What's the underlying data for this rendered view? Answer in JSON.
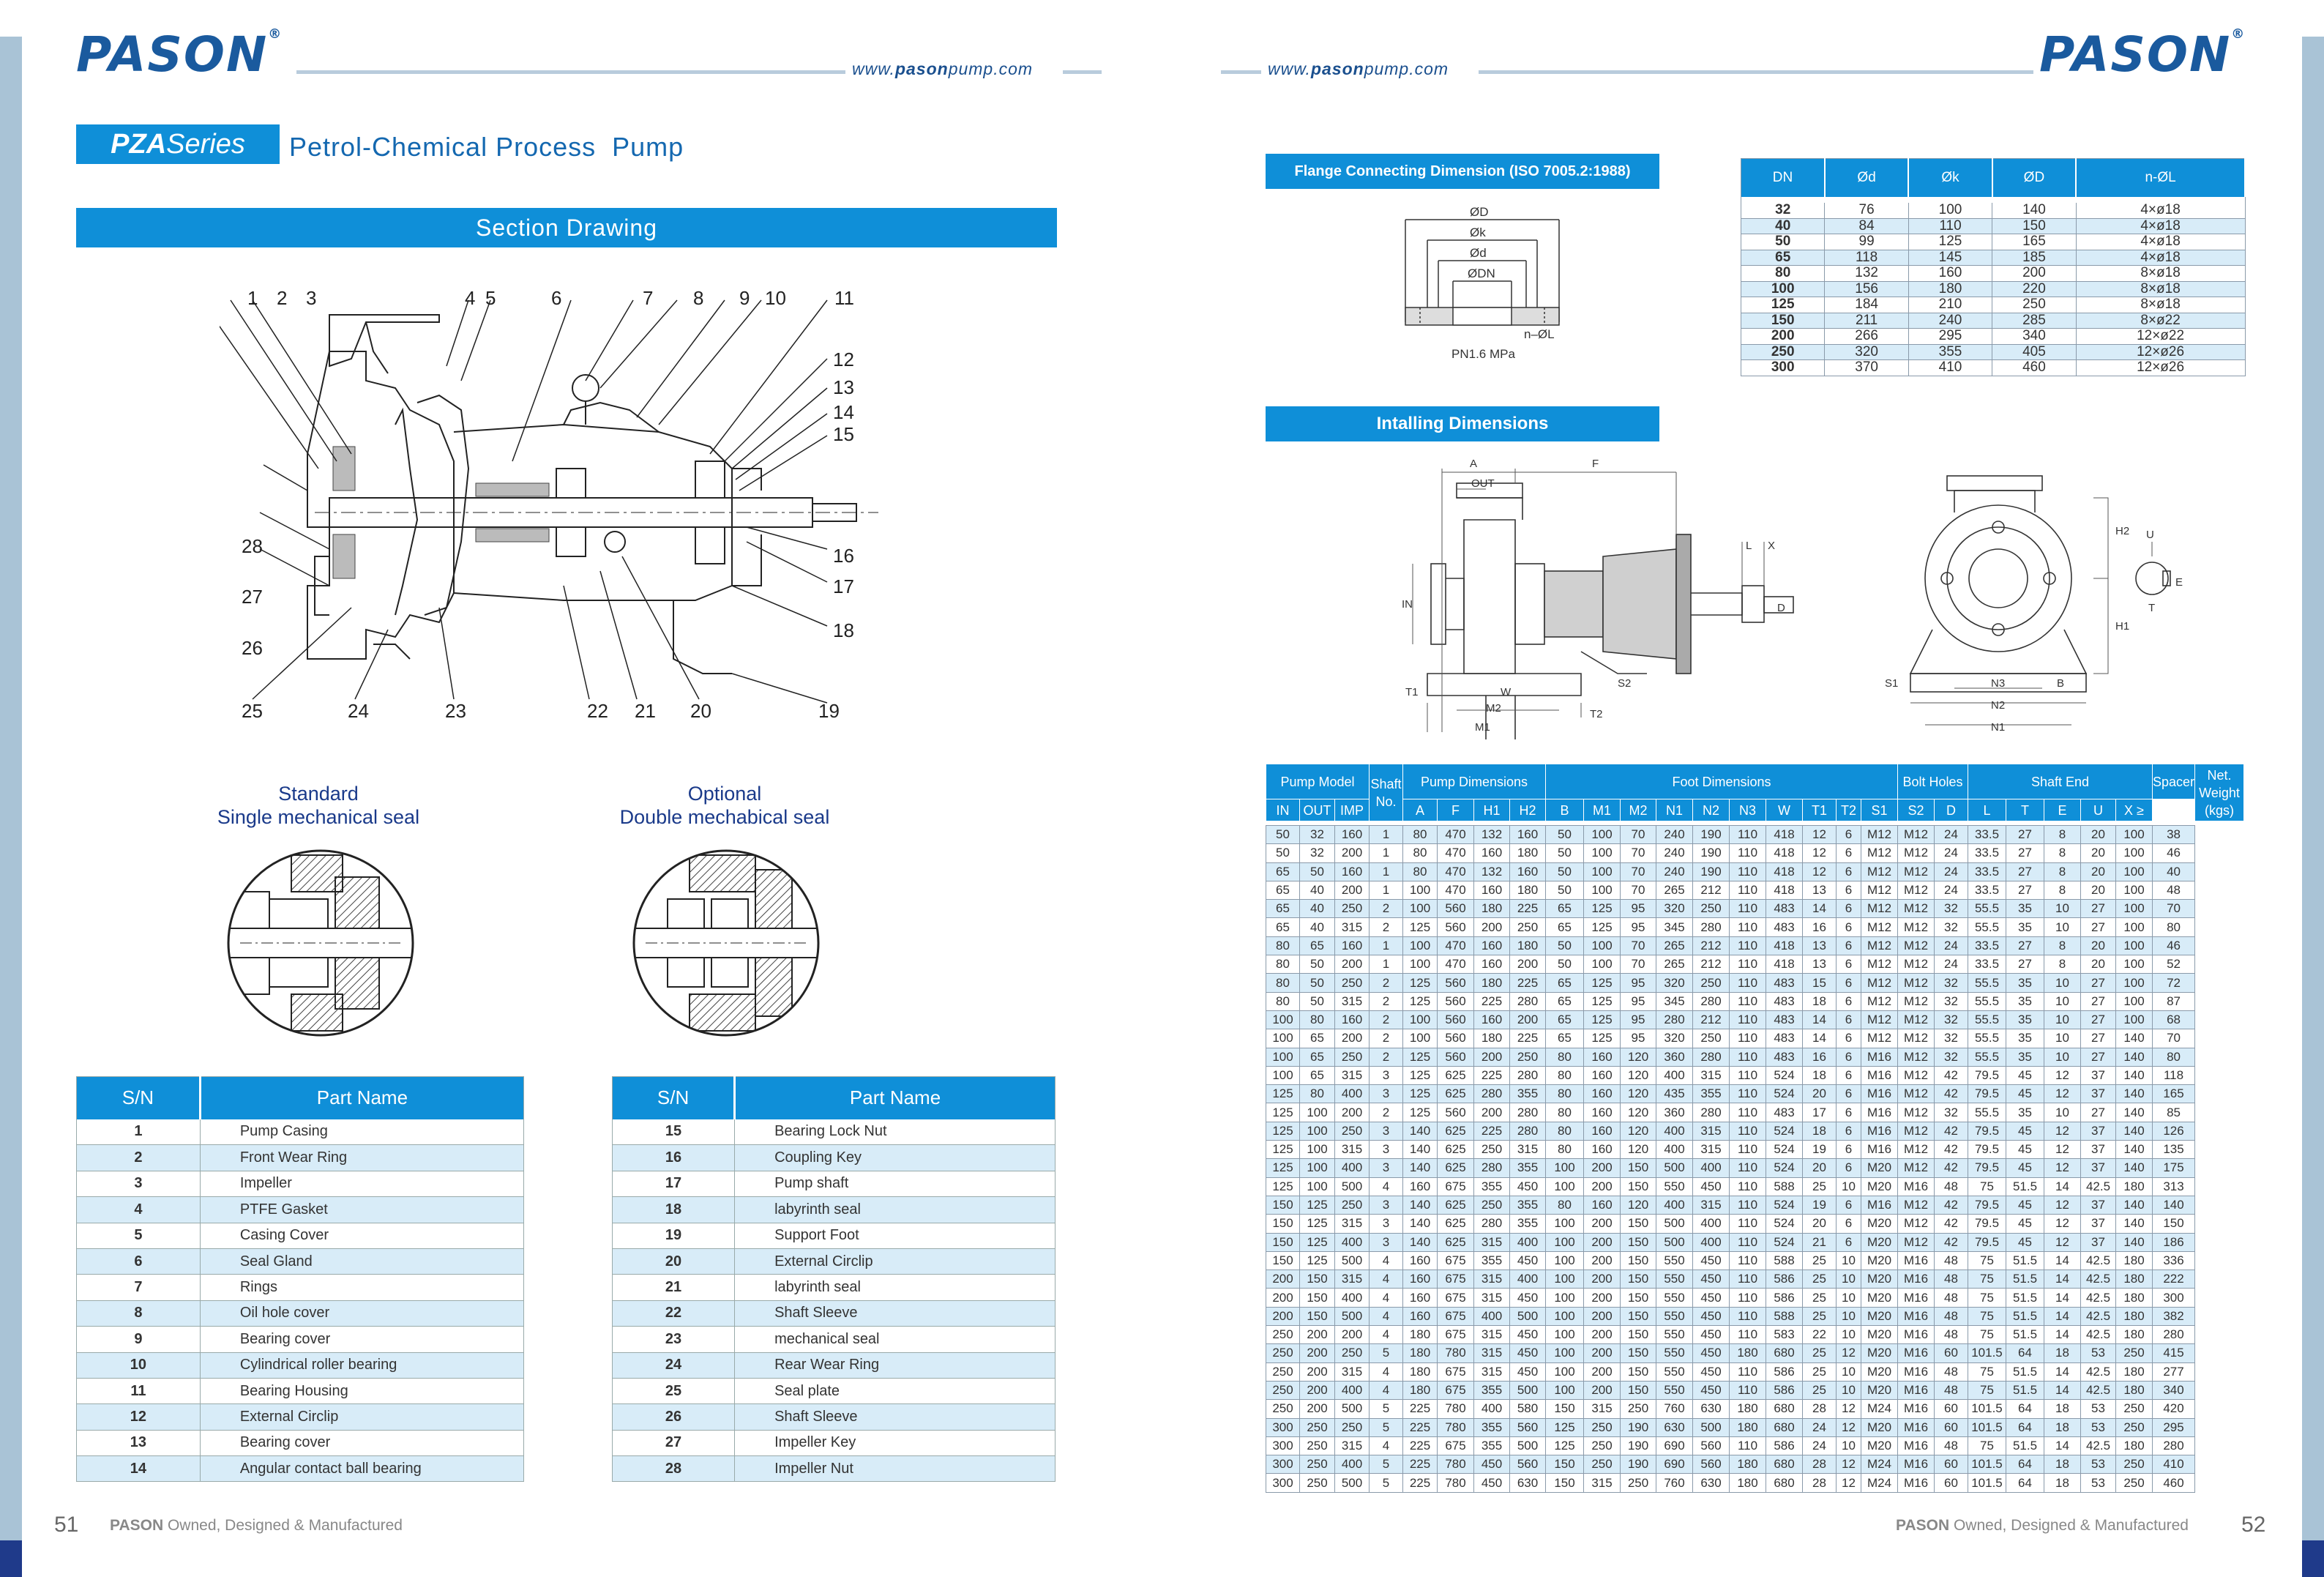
{
  "header": {
    "logo": "PASON",
    "reg": "®",
    "url_pre": "www.",
    "url_bold": "pason",
    "url_post": "pump.com"
  },
  "series": {
    "tag": "PZA",
    "tag2": " Series",
    "title": "Petrol-Chemical Process  Pump"
  },
  "section_drawing": {
    "title": "Section Drawing",
    "numbers_top": [
      "1",
      "2",
      "3",
      "4",
      "5",
      "6",
      "7",
      "8",
      "9",
      "10",
      "11"
    ],
    "numbers_right": [
      "12",
      "13",
      "14",
      "15",
      "16",
      "17",
      "18",
      "19"
    ],
    "numbers_bottom": [
      "25",
      "24",
      "23",
      "22",
      "21",
      "20"
    ],
    "numbers_left": [
      "28",
      "27",
      "26"
    ]
  },
  "seals": {
    "std_l1": "Standard",
    "std_l2": "Single mechanical seal",
    "opt_l1": "Optional",
    "opt_l2": "Double mechabical seal"
  },
  "parts": {
    "h_sn": "S/N",
    "h_name": "Part Name",
    "left": [
      [
        "1",
        "Pump Casing"
      ],
      [
        "2",
        "Front Wear Ring"
      ],
      [
        "3",
        "Impeller"
      ],
      [
        "4",
        "PTFE Gasket"
      ],
      [
        "5",
        "Casing Cover"
      ],
      [
        "6",
        "Seal Gland"
      ],
      [
        "7",
        "Rings"
      ],
      [
        "8",
        "Oil hole cover"
      ],
      [
        "9",
        "Bearing cover"
      ],
      [
        "10",
        "Cylindrical roller bearing"
      ],
      [
        "11",
        "Bearing Housing"
      ],
      [
        "12",
        "External Circlip"
      ],
      [
        "13",
        "Bearing cover"
      ],
      [
        "14",
        "Angular contact ball bearing"
      ]
    ],
    "right": [
      [
        "15",
        "Bearing Lock Nut"
      ],
      [
        "16",
        "Coupling Key"
      ],
      [
        "17",
        "Pump shaft"
      ],
      [
        "18",
        "labyrinth seal"
      ],
      [
        "19",
        "Support Foot"
      ],
      [
        "20",
        "External Circlip"
      ],
      [
        "21",
        "labyrinth seal"
      ],
      [
        "22",
        "Shaft Sleeve"
      ],
      [
        "23",
        "mechanical seal"
      ],
      [
        "24",
        "Rear Wear Ring"
      ],
      [
        "25",
        "Seal plate"
      ],
      [
        "26",
        "Shaft Sleeve"
      ],
      [
        "27",
        "Impeller Key"
      ],
      [
        "28",
        "Impeller Nut"
      ]
    ]
  },
  "flange": {
    "title": "Flange Connecting Dimension (ISO 7005.2:1988)",
    "pn": "PN1.6 MPa",
    "labels": [
      "ØD",
      "Øk",
      "Ød",
      "ØDN",
      "n–ØL"
    ],
    "headers": [
      "DN",
      "Ød",
      "Øk",
      "ØD",
      "n-ØL"
    ],
    "rows": [
      [
        "32",
        "76",
        "100",
        "140",
        "4×ø18"
      ],
      [
        "40",
        "84",
        "110",
        "150",
        "4×ø18"
      ],
      [
        "50",
        "99",
        "125",
        "165",
        "4×ø18"
      ],
      [
        "65",
        "118",
        "145",
        "185",
        "4×ø18"
      ],
      [
        "80",
        "132",
        "160",
        "200",
        "8×ø18"
      ],
      [
        "100",
        "156",
        "180",
        "220",
        "8×ø18"
      ],
      [
        "125",
        "184",
        "210",
        "250",
        "8×ø18"
      ],
      [
        "150",
        "211",
        "240",
        "285",
        "8×ø22"
      ],
      [
        "200",
        "266",
        "295",
        "340",
        "12×ø22"
      ],
      [
        "250",
        "320",
        "355",
        "405",
        "12×ø26"
      ],
      [
        "300",
        "370",
        "410",
        "460",
        "12×ø26"
      ]
    ]
  },
  "install": {
    "title": "Intalling Dimensions",
    "dim_labels": [
      "A",
      "F",
      "OUT",
      "IN",
      "H2",
      "H1",
      "L",
      "X",
      "D",
      "T1",
      "T2",
      "S2",
      "W",
      "M2",
      "M1",
      "S1",
      "N3",
      "N2",
      "N1",
      "B",
      "U",
      "T",
      "E"
    ]
  },
  "main_table": {
    "groups": [
      "Pump Model",
      "Shaft No.",
      "Pump Dimensions",
      "Foot Dimensions",
      "Bolt Holes",
      "Shaft End",
      "Spacer",
      "Net. Weight (kgs)"
    ],
    "cols": [
      "IN",
      "OUT",
      "IMP",
      "A",
      "F",
      "H1",
      "H2",
      "B",
      "M1",
      "M2",
      "N1",
      "N2",
      "N3",
      "W",
      "T1",
      "T2",
      "S1",
      "S2",
      "D",
      "L",
      "T",
      "E",
      "U",
      "X ≥"
    ],
    "rows": [
      [
        "50",
        "32",
        "160",
        "1",
        "80",
        "470",
        "132",
        "160",
        "50",
        "100",
        "70",
        "240",
        "190",
        "110",
        "418",
        "12",
        "6",
        "M12",
        "M12",
        "24",
        "33.5",
        "27",
        "8",
        "20",
        "100",
        "38"
      ],
      [
        "50",
        "32",
        "200",
        "1",
        "80",
        "470",
        "160",
        "180",
        "50",
        "100",
        "70",
        "240",
        "190",
        "110",
        "418",
        "12",
        "6",
        "M12",
        "M12",
        "24",
        "33.5",
        "27",
        "8",
        "20",
        "100",
        "46"
      ],
      [
        "65",
        "50",
        "160",
        "1",
        "80",
        "470",
        "132",
        "160",
        "50",
        "100",
        "70",
        "240",
        "190",
        "110",
        "418",
        "12",
        "6",
        "M12",
        "M12",
        "24",
        "33.5",
        "27",
        "8",
        "20",
        "100",
        "40"
      ],
      [
        "65",
        "40",
        "200",
        "1",
        "100",
        "470",
        "160",
        "180",
        "50",
        "100",
        "70",
        "265",
        "212",
        "110",
        "418",
        "13",
        "6",
        "M12",
        "M12",
        "24",
        "33.5",
        "27",
        "8",
        "20",
        "100",
        "48"
      ],
      [
        "65",
        "40",
        "250",
        "2",
        "100",
        "560",
        "180",
        "225",
        "65",
        "125",
        "95",
        "320",
        "250",
        "110",
        "483",
        "14",
        "6",
        "M12",
        "M12",
        "32",
        "55.5",
        "35",
        "10",
        "27",
        "100",
        "70"
      ],
      [
        "65",
        "40",
        "315",
        "2",
        "125",
        "560",
        "200",
        "250",
        "65",
        "125",
        "95",
        "345",
        "280",
        "110",
        "483",
        "16",
        "6",
        "M12",
        "M12",
        "32",
        "55.5",
        "35",
        "10",
        "27",
        "100",
        "80"
      ],
      [
        "80",
        "65",
        "160",
        "1",
        "100",
        "470",
        "160",
        "180",
        "50",
        "100",
        "70",
        "265",
        "212",
        "110",
        "418",
        "13",
        "6",
        "M12",
        "M12",
        "24",
        "33.5",
        "27",
        "8",
        "20",
        "100",
        "46"
      ],
      [
        "80",
        "50",
        "200",
        "1",
        "100",
        "470",
        "160",
        "200",
        "50",
        "100",
        "70",
        "265",
        "212",
        "110",
        "418",
        "13",
        "6",
        "M12",
        "M12",
        "24",
        "33.5",
        "27",
        "8",
        "20",
        "100",
        "52"
      ],
      [
        "80",
        "50",
        "250",
        "2",
        "125",
        "560",
        "180",
        "225",
        "65",
        "125",
        "95",
        "320",
        "250",
        "110",
        "483",
        "15",
        "6",
        "M12",
        "M12",
        "32",
        "55.5",
        "35",
        "10",
        "27",
        "100",
        "72"
      ],
      [
        "80",
        "50",
        "315",
        "2",
        "125",
        "560",
        "225",
        "280",
        "65",
        "125",
        "95",
        "345",
        "280",
        "110",
        "483",
        "18",
        "6",
        "M12",
        "M12",
        "32",
        "55.5",
        "35",
        "10",
        "27",
        "100",
        "87"
      ],
      [
        "100",
        "80",
        "160",
        "2",
        "100",
        "560",
        "160",
        "200",
        "65",
        "125",
        "95",
        "280",
        "212",
        "110",
        "483",
        "14",
        "6",
        "M12",
        "M12",
        "32",
        "55.5",
        "35",
        "10",
        "27",
        "100",
        "68"
      ],
      [
        "100",
        "65",
        "200",
        "2",
        "100",
        "560",
        "180",
        "225",
        "65",
        "125",
        "95",
        "320",
        "250",
        "110",
        "483",
        "14",
        "6",
        "M12",
        "M12",
        "32",
        "55.5",
        "35",
        "10",
        "27",
        "140",
        "70"
      ],
      [
        "100",
        "65",
        "250",
        "2",
        "125",
        "560",
        "200",
        "250",
        "80",
        "160",
        "120",
        "360",
        "280",
        "110",
        "483",
        "16",
        "6",
        "M16",
        "M12",
        "32",
        "55.5",
        "35",
        "10",
        "27",
        "140",
        "80"
      ],
      [
        "100",
        "65",
        "315",
        "3",
        "125",
        "625",
        "225",
        "280",
        "80",
        "160",
        "120",
        "400",
        "315",
        "110",
        "524",
        "18",
        "6",
        "M16",
        "M12",
        "42",
        "79.5",
        "45",
        "12",
        "37",
        "140",
        "118"
      ],
      [
        "125",
        "80",
        "400",
        "3",
        "125",
        "625",
        "280",
        "355",
        "80",
        "160",
        "120",
        "435",
        "355",
        "110",
        "524",
        "20",
        "6",
        "M16",
        "M12",
        "42",
        "79.5",
        "45",
        "12",
        "37",
        "140",
        "165"
      ],
      [
        "125",
        "100",
        "200",
        "2",
        "125",
        "560",
        "200",
        "280",
        "80",
        "160",
        "120",
        "360",
        "280",
        "110",
        "483",
        "17",
        "6",
        "M16",
        "M12",
        "32",
        "55.5",
        "35",
        "10",
        "27",
        "140",
        "85"
      ],
      [
        "125",
        "100",
        "250",
        "3",
        "140",
        "625",
        "225",
        "280",
        "80",
        "160",
        "120",
        "400",
        "315",
        "110",
        "524",
        "18",
        "6",
        "M16",
        "M12",
        "42",
        "79.5",
        "45",
        "12",
        "37",
        "140",
        "126"
      ],
      [
        "125",
        "100",
        "315",
        "3",
        "140",
        "625",
        "250",
        "315",
        "80",
        "160",
        "120",
        "400",
        "315",
        "110",
        "524",
        "19",
        "6",
        "M16",
        "M12",
        "42",
        "79.5",
        "45",
        "12",
        "37",
        "140",
        "135"
      ],
      [
        "125",
        "100",
        "400",
        "3",
        "140",
        "625",
        "280",
        "355",
        "100",
        "200",
        "150",
        "500",
        "400",
        "110",
        "524",
        "20",
        "6",
        "M20",
        "M12",
        "42",
        "79.5",
        "45",
        "12",
        "37",
        "140",
        "175"
      ],
      [
        "125",
        "100",
        "500",
        "4",
        "160",
        "675",
        "355",
        "450",
        "100",
        "200",
        "150",
        "550",
        "450",
        "110",
        "588",
        "25",
        "10",
        "M20",
        "M16",
        "48",
        "75",
        "51.5",
        "14",
        "42.5",
        "180",
        "313"
      ],
      [
        "150",
        "125",
        "250",
        "3",
        "140",
        "625",
        "250",
        "355",
        "80",
        "160",
        "120",
        "400",
        "315",
        "110",
        "524",
        "19",
        "6",
        "M16",
        "M12",
        "42",
        "79.5",
        "45",
        "12",
        "37",
        "140",
        "140"
      ],
      [
        "150",
        "125",
        "315",
        "3",
        "140",
        "625",
        "280",
        "355",
        "100",
        "200",
        "150",
        "500",
        "400",
        "110",
        "524",
        "20",
        "6",
        "M20",
        "M12",
        "42",
        "79.5",
        "45",
        "12",
        "37",
        "140",
        "150"
      ],
      [
        "150",
        "125",
        "400",
        "3",
        "140",
        "625",
        "315",
        "400",
        "100",
        "200",
        "150",
        "500",
        "400",
        "110",
        "524",
        "21",
        "6",
        "M20",
        "M12",
        "42",
        "79.5",
        "45",
        "12",
        "37",
        "140",
        "186"
      ],
      [
        "150",
        "125",
        "500",
        "4",
        "160",
        "675",
        "355",
        "450",
        "100",
        "200",
        "150",
        "550",
        "450",
        "110",
        "588",
        "25",
        "10",
        "M20",
        "M16",
        "48",
        "75",
        "51.5",
        "14",
        "42.5",
        "180",
        "336"
      ],
      [
        "200",
        "150",
        "315",
        "4",
        "160",
        "675",
        "315",
        "400",
        "100",
        "200",
        "150",
        "550",
        "450",
        "110",
        "586",
        "25",
        "10",
        "M20",
        "M16",
        "48",
        "75",
        "51.5",
        "14",
        "42.5",
        "180",
        "222"
      ],
      [
        "200",
        "150",
        "400",
        "4",
        "160",
        "675",
        "315",
        "450",
        "100",
        "200",
        "150",
        "550",
        "450",
        "110",
        "586",
        "25",
        "10",
        "M20",
        "M16",
        "48",
        "75",
        "51.5",
        "14",
        "42.5",
        "180",
        "300"
      ],
      [
        "200",
        "150",
        "500",
        "4",
        "160",
        "675",
        "400",
        "500",
        "100",
        "200",
        "150",
        "550",
        "450",
        "110",
        "588",
        "25",
        "10",
        "M20",
        "M16",
        "48",
        "75",
        "51.5",
        "14",
        "42.5",
        "180",
        "382"
      ],
      [
        "250",
        "200",
        "200",
        "4",
        "180",
        "675",
        "315",
        "450",
        "100",
        "200",
        "150",
        "550",
        "450",
        "110",
        "583",
        "22",
        "10",
        "M20",
        "M16",
        "48",
        "75",
        "51.5",
        "14",
        "42.5",
        "180",
        "280"
      ],
      [
        "250",
        "200",
        "250",
        "5",
        "180",
        "780",
        "315",
        "450",
        "100",
        "200",
        "150",
        "550",
        "450",
        "180",
        "680",
        "25",
        "12",
        "M20",
        "M16",
        "60",
        "101.5",
        "64",
        "18",
        "53",
        "250",
        "415"
      ],
      [
        "250",
        "200",
        "315",
        "4",
        "180",
        "675",
        "315",
        "450",
        "100",
        "200",
        "150",
        "550",
        "450",
        "110",
        "586",
        "25",
        "10",
        "M20",
        "M16",
        "48",
        "75",
        "51.5",
        "14",
        "42.5",
        "180",
        "277"
      ],
      [
        "250",
        "200",
        "400",
        "4",
        "180",
        "675",
        "355",
        "500",
        "100",
        "200",
        "150",
        "550",
        "450",
        "110",
        "586",
        "25",
        "10",
        "M20",
        "M16",
        "48",
        "75",
        "51.5",
        "14",
        "42.5",
        "180",
        "340"
      ],
      [
        "250",
        "200",
        "500",
        "5",
        "225",
        "780",
        "400",
        "580",
        "150",
        "315",
        "250",
        "760",
        "630",
        "180",
        "680",
        "28",
        "12",
        "M24",
        "M16",
        "60",
        "101.5",
        "64",
        "18",
        "53",
        "250",
        "420"
      ],
      [
        "300",
        "250",
        "250",
        "5",
        "225",
        "780",
        "355",
        "560",
        "125",
        "250",
        "190",
        "630",
        "500",
        "180",
        "680",
        "24",
        "12",
        "M20",
        "M16",
        "60",
        "101.5",
        "64",
        "18",
        "53",
        "250",
        "295"
      ],
      [
        "300",
        "250",
        "315",
        "4",
        "225",
        "675",
        "355",
        "500",
        "125",
        "250",
        "190",
        "690",
        "560",
        "110",
        "586",
        "24",
        "10",
        "M20",
        "M16",
        "48",
        "75",
        "51.5",
        "14",
        "42.5",
        "180",
        "280"
      ],
      [
        "300",
        "250",
        "400",
        "5",
        "225",
        "780",
        "450",
        "560",
        "150",
        "250",
        "190",
        "690",
        "560",
        "180",
        "680",
        "28",
        "12",
        "M24",
        "M16",
        "60",
        "101.5",
        "64",
        "18",
        "53",
        "250",
        "410"
      ],
      [
        "300",
        "250",
        "500",
        "5",
        "225",
        "780",
        "450",
        "630",
        "150",
        "315",
        "250",
        "760",
        "630",
        "180",
        "680",
        "28",
        "12",
        "M24",
        "M16",
        "60",
        "101.5",
        "64",
        "18",
        "53",
        "250",
        "460"
      ]
    ]
  },
  "footer": {
    "left_page": "51",
    "right_page": "52",
    "brand": "PASON",
    "tag": " Owned, Designed & Manufactured"
  }
}
